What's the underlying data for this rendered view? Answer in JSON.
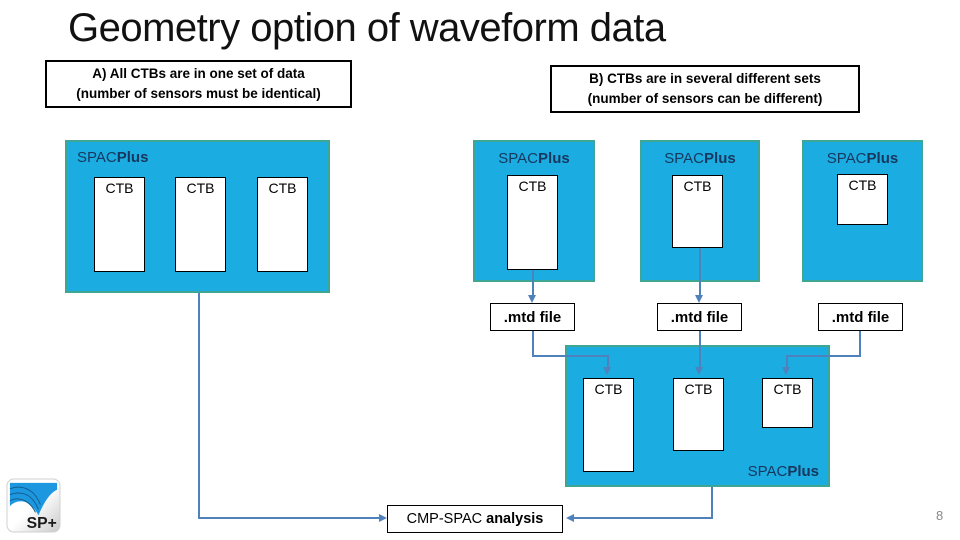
{
  "slide": {
    "title": "Geometry option of waveform data",
    "page_number": "8"
  },
  "callouts": {
    "option_a_line1": "A) All CTBs are in one set of data",
    "option_a_line2": "(number of sensors must be identical)",
    "option_b_line1": "B) CTBs are in several different sets",
    "option_b_line2": "(number of sensors can be different)"
  },
  "labels": {
    "spac": "SPAC",
    "plus": "Plus",
    "ctb": "CTB",
    "mtd_file": ".mtd file",
    "cmp_spac": "CMP-SPAC ",
    "analysis": "analysis"
  },
  "logo": {
    "text": "SP+"
  },
  "colors": {
    "cyan": "#1BACE1",
    "cyan_border": "#3FA693",
    "navy": "#17375E",
    "arrow": "#4F81BD"
  }
}
